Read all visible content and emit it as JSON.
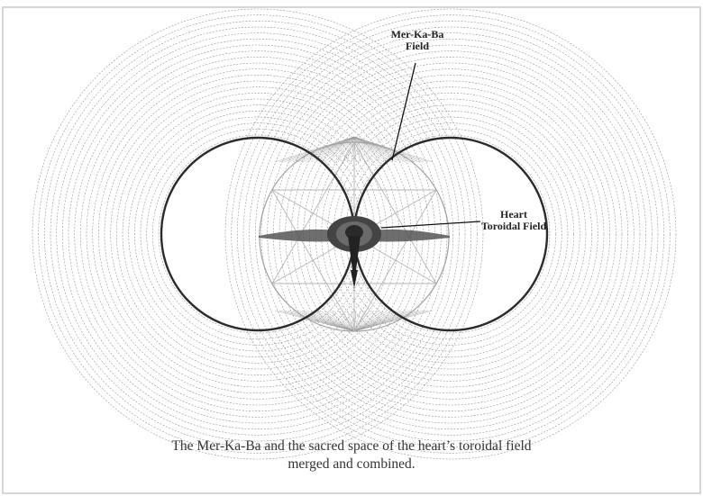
{
  "labels": {
    "merkaba_line1": "Mer-Ka-Ba",
    "merkaba_line2": "Field",
    "heart_line1": "Heart",
    "heart_line2": "Toroidal Field"
  },
  "caption": {
    "line1": "The Mer-Ka-Ba and the sacred space of the heart’s toroidal field",
    "line2": "merged and combined."
  },
  "colors": {
    "frame_border": "#bdbdbd",
    "ring_line": "#8c8c8c",
    "inner_circle": "#2b2b2b",
    "sphere": "#9a9a9a",
    "heart_core": "#222222"
  }
}
